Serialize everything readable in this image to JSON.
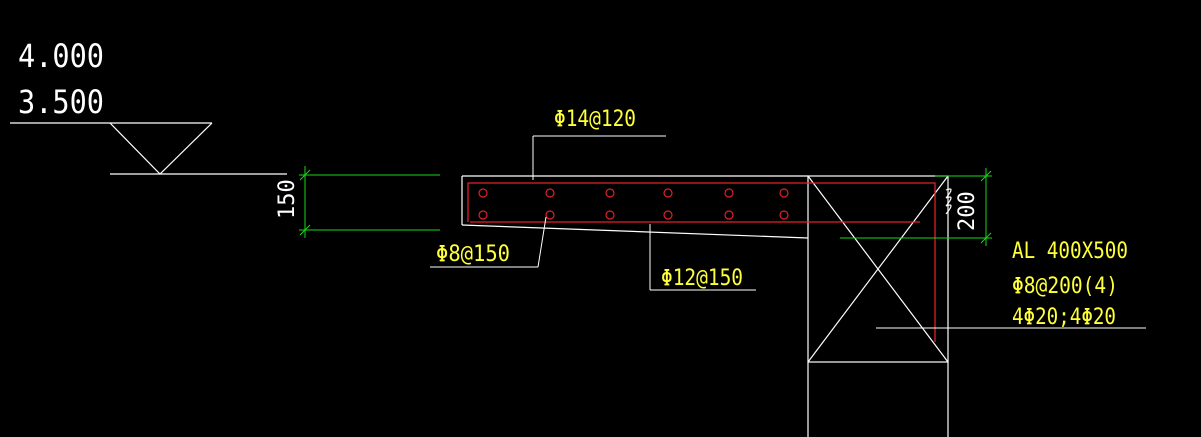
{
  "colors": {
    "background": "#000000",
    "line": "#ffffff",
    "rebar": "#e0202a",
    "dimension": "#18d818",
    "text_white": "#ffffff",
    "text_yellow": "#ffff3a"
  },
  "elevation": {
    "top": "4.000",
    "bottom": "3.500"
  },
  "dimensions": {
    "slab_thickness": "150",
    "beam_edge": "200"
  },
  "rebar_labels": {
    "top_bar": "Φ14@120",
    "bottom_left": "Φ8@150",
    "distribution": "Φ12@150"
  },
  "beam": {
    "name": "AL 400X500",
    "stirrup": "Φ8@200(4)",
    "longitudinal": "4Φ20;4Φ20"
  }
}
